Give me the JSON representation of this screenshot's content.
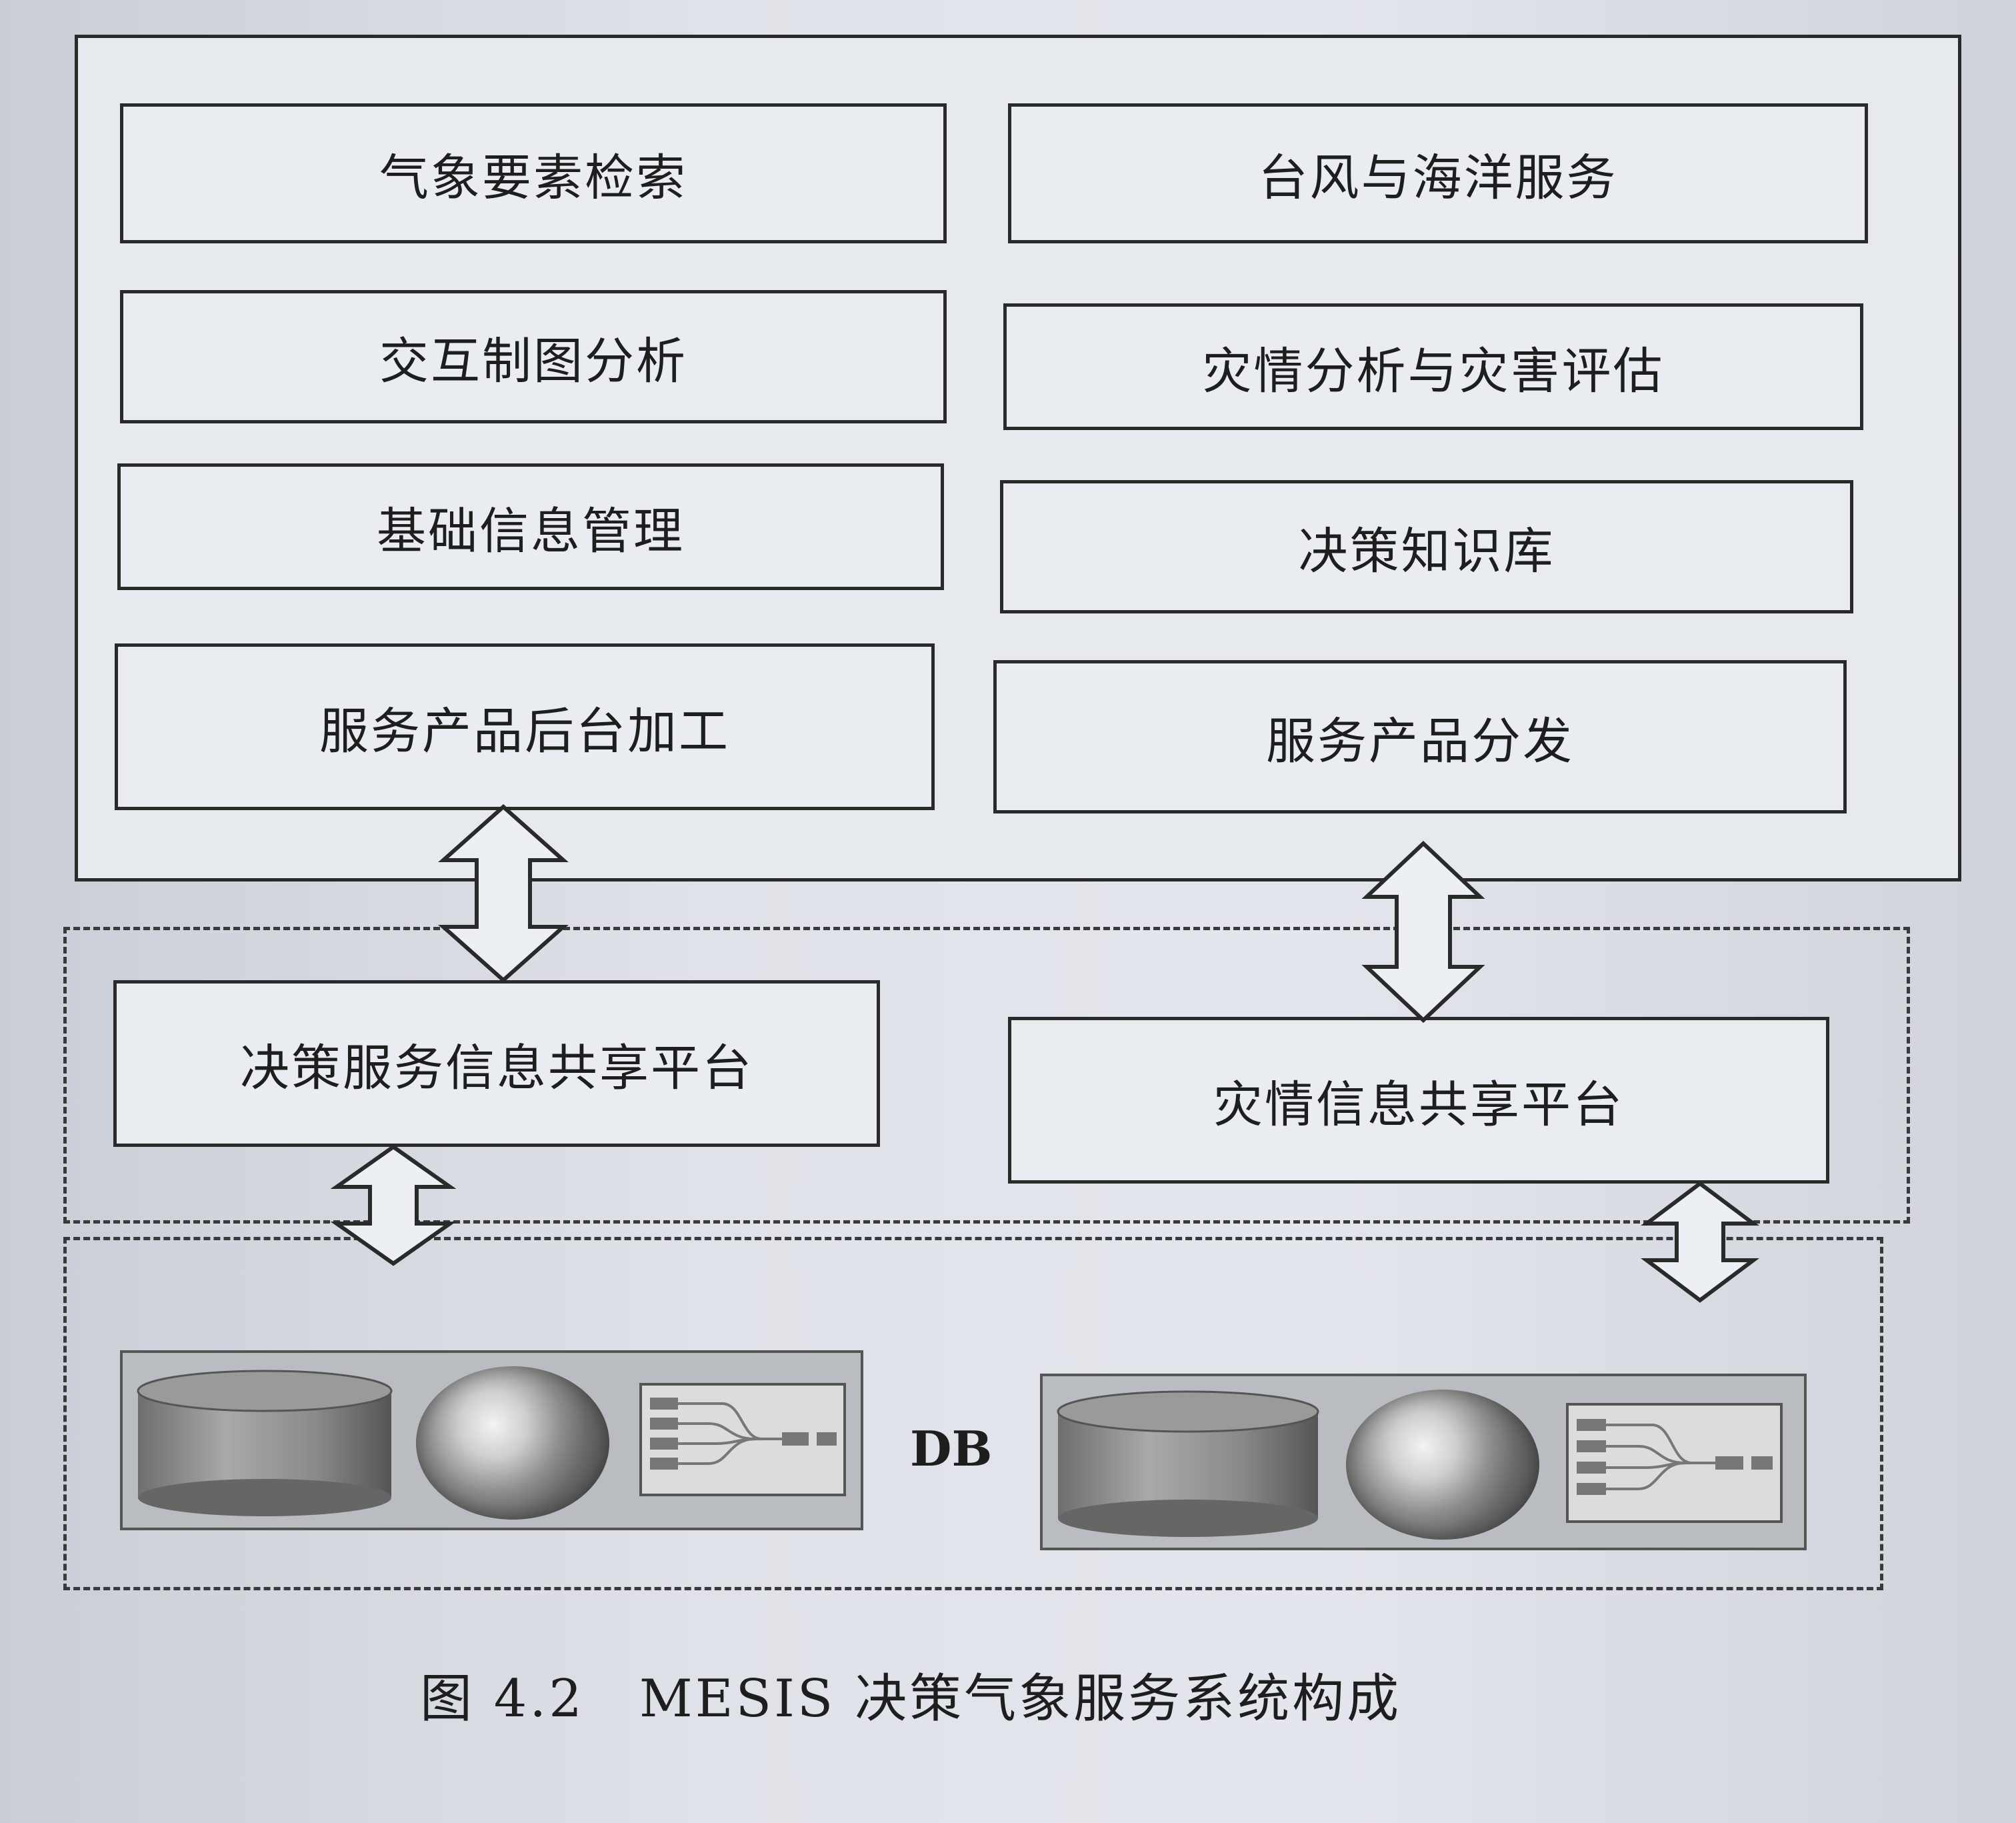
{
  "figure": {
    "modules": {
      "left": [
        "气象要素检索",
        "交互制图分析",
        "基础信息管理",
        "服务产品后台加工"
      ],
      "right": [
        "台风与海洋服务",
        "灾情分析与灾害评估",
        "决策知识库",
        "服务产品分发"
      ]
    },
    "platforms": {
      "left": "决策服务信息共享平台",
      "right": "灾情信息共享平台"
    },
    "db_label": "DB",
    "caption": "图 4.2　MESIS 决策气象服务系统构成"
  }
}
